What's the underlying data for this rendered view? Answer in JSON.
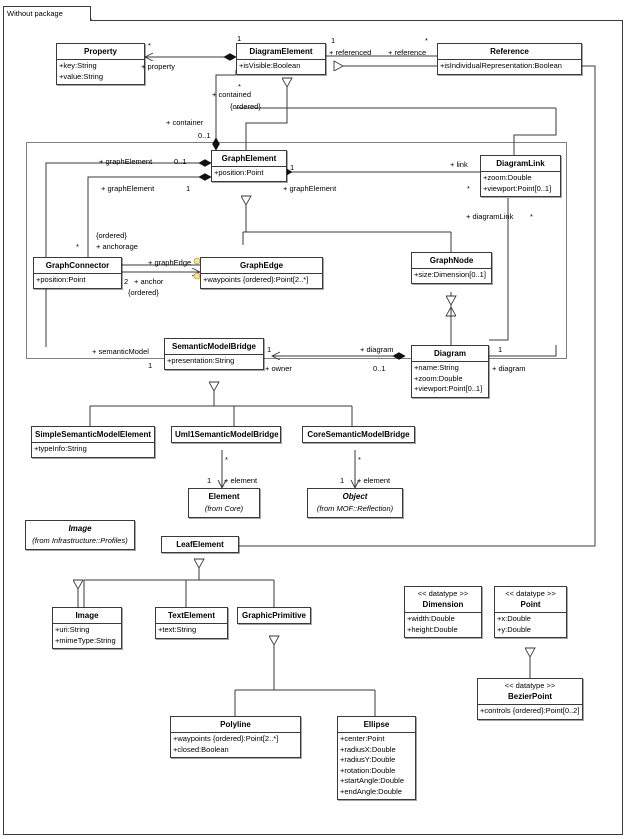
{
  "frame": {
    "package_label": "Without package"
  },
  "classes": [
    {
      "id": "property",
      "name": "Property",
      "stereotype": "",
      "package": "",
      "italic": false,
      "attributes": [
        "+key:String",
        "+value:String"
      ]
    },
    {
      "id": "diagram-element",
      "name": "DiagramElement",
      "stereotype": "",
      "package": "",
      "italic": false,
      "attributes": [
        "+isVisible:Boolean"
      ]
    },
    {
      "id": "reference",
      "name": "Reference",
      "stereotype": "",
      "package": "",
      "italic": false,
      "attributes": [
        "+isIndividualRepresentation:Boolean"
      ]
    },
    {
      "id": "graph-element",
      "name": "GraphElement",
      "stereotype": "",
      "package": "",
      "italic": false,
      "attributes": [
        "+position:Point"
      ]
    },
    {
      "id": "diagram-link",
      "name": "DiagramLink",
      "stereotype": "",
      "package": "",
      "italic": false,
      "attributes": [
        "+zoom:Double",
        "+viewport:Point[0..1]"
      ]
    },
    {
      "id": "graph-connector",
      "name": "GraphConnector",
      "stereotype": "",
      "package": "",
      "italic": false,
      "attributes": [
        "+position:Point"
      ]
    },
    {
      "id": "graph-edge",
      "name": "GraphEdge",
      "stereotype": "",
      "package": "",
      "italic": false,
      "attributes": [
        "+waypoints {ordered}:Point[2..*]"
      ]
    },
    {
      "id": "graph-node",
      "name": "GraphNode",
      "stereotype": "",
      "package": "",
      "italic": false,
      "attributes": [
        "+size:Dimension[0..1]"
      ]
    },
    {
      "id": "semantic-model-bridge",
      "name": "SemanticModelBridge",
      "stereotype": "",
      "package": "",
      "italic": false,
      "attributes": [
        "+presentation:String"
      ]
    },
    {
      "id": "diagram",
      "name": "Diagram",
      "stereotype": "",
      "package": "",
      "italic": false,
      "attributes": [
        "+name:String",
        "+zoom:Double",
        "+viewport:Point[0..1]"
      ]
    },
    {
      "id": "simple-semantic-model-element",
      "name": "SimpleSemanticModelElement",
      "stereotype": "",
      "package": "",
      "italic": false,
      "attributes": [
        "+typeInfo:String"
      ]
    },
    {
      "id": "uml1-semantic-model-bridge",
      "name": "Uml1SemanticModelBridge",
      "stereotype": "",
      "package": "",
      "italic": false,
      "attributes": []
    },
    {
      "id": "core-semantic-model-bridge",
      "name": "CoreSemanticModelBridge",
      "stereotype": "",
      "package": "",
      "italic": false,
      "attributes": []
    },
    {
      "id": "element",
      "name": "Element",
      "stereotype": "",
      "package": "(from Core)",
      "italic": false,
      "attributes": []
    },
    {
      "id": "object",
      "name": "Object",
      "stereotype": "",
      "package": "(from MOF::Reflection)",
      "italic": false,
      "attributes": []
    },
    {
      "id": "image-abstract",
      "name": "Image",
      "stereotype": "",
      "package": "(from Infrastructure::Profiles)",
      "italic": true,
      "attributes": []
    },
    {
      "id": "leaf-element",
      "name": "LeafElement",
      "stereotype": "",
      "package": "",
      "italic": false,
      "attributes": []
    },
    {
      "id": "image",
      "name": "Image",
      "stereotype": "",
      "package": "",
      "italic": false,
      "attributes": [
        "+uri:String",
        "+mimeType:String"
      ]
    },
    {
      "id": "text-element",
      "name": "TextElement",
      "stereotype": "",
      "package": "",
      "italic": false,
      "attributes": [
        "+text:String"
      ]
    },
    {
      "id": "graphic-primitive",
      "name": "GraphicPrimitive",
      "stereotype": "",
      "package": "",
      "italic": false,
      "attributes": []
    },
    {
      "id": "polyline",
      "name": "Polyline",
      "stereotype": "",
      "package": "",
      "italic": false,
      "attributes": [
        "+waypoints {ordered}:Point[2..*]",
        "+closed:Boolean"
      ]
    },
    {
      "id": "ellipse",
      "name": "Ellipse",
      "stereotype": "",
      "package": "",
      "italic": false,
      "attributes": [
        "+center:Point",
        "+radiusX:Double",
        "+radiusY:Double",
        "+rotation:Double",
        "+startAngle:Double",
        "+endAngle:Double"
      ]
    },
    {
      "id": "dimension",
      "name": "Dimension",
      "stereotype": "<< datatype >>",
      "package": "",
      "italic": false,
      "attributes": [
        "+width:Double",
        "+height:Double"
      ]
    },
    {
      "id": "point",
      "name": "Point",
      "stereotype": "<< datatype >>",
      "package": "",
      "italic": false,
      "attributes": [
        "+x:Double",
        "+y:Double"
      ]
    },
    {
      "id": "bezier-point",
      "name": "BezierPoint",
      "stereotype": "<< datatype >>",
      "package": "",
      "italic": false,
      "attributes": [
        "+controls {ordered}:Point[0..2]"
      ]
    }
  ],
  "labels": [
    {
      "id": "property-star",
      "text": "*"
    },
    {
      "id": "property-role",
      "text": "+ property"
    },
    {
      "id": "diagramelement-one",
      "text": "1"
    },
    {
      "id": "referenced-one",
      "text": "1"
    },
    {
      "id": "referenced-role",
      "text": "+ referenced"
    },
    {
      "id": "reference-role",
      "text": "+ reference"
    },
    {
      "id": "reference-star",
      "text": "*"
    },
    {
      "id": "contained-star",
      "text": "*"
    },
    {
      "id": "contained-role",
      "text": "+ contained"
    },
    {
      "id": "contained-ordered",
      "text": "{ordered}"
    },
    {
      "id": "container-role",
      "text": "+ container"
    },
    {
      "id": "container-mult",
      "text": "0..1"
    },
    {
      "id": "graphelement-role-a",
      "text": "+ graphElement"
    },
    {
      "id": "graphelement-mult-a",
      "text": "0..1"
    },
    {
      "id": "graphelement-role-b",
      "text": "+ graphElement"
    },
    {
      "id": "graphelement-mult-b",
      "text": "1"
    },
    {
      "id": "graphelement-mult-c",
      "text": "1"
    },
    {
      "id": "graphelement-role-c",
      "text": "+ graphElement"
    },
    {
      "id": "link-role",
      "text": "+ link"
    },
    {
      "id": "link-star",
      "text": "*"
    },
    {
      "id": "diagramlink-role",
      "text": "+ diagramLink"
    },
    {
      "id": "diagramlink-star",
      "text": "*"
    },
    {
      "id": "anchorage-ordered",
      "text": "{ordered}"
    },
    {
      "id": "anchorage-role",
      "text": "+ anchorage"
    },
    {
      "id": "anchorage-star",
      "text": "*"
    },
    {
      "id": "graphedge-role",
      "text": "+ graphEdge"
    },
    {
      "id": "anchor-mult",
      "text": "2"
    },
    {
      "id": "anchor-role",
      "text": "+ anchor"
    },
    {
      "id": "anchor-ordered",
      "text": "{ordered}"
    },
    {
      "id": "semanticmodel-role",
      "text": "+ semanticModel"
    },
    {
      "id": "semanticmodel-mult",
      "text": "1"
    },
    {
      "id": "smb-one",
      "text": "1"
    },
    {
      "id": "owner-role",
      "text": "+ owner"
    },
    {
      "id": "diagram-role-a",
      "text": "+ diagram"
    },
    {
      "id": "diagram-mult-a",
      "text": "0..1"
    },
    {
      "id": "diagram-role-b",
      "text": "+ diagram"
    },
    {
      "id": "diagram-mult-b",
      "text": "1"
    },
    {
      "id": "uml1-star",
      "text": "*"
    },
    {
      "id": "uml1-element-mult",
      "text": "1"
    },
    {
      "id": "uml1-element-role",
      "text": "+ element"
    },
    {
      "id": "core-star",
      "text": "*"
    },
    {
      "id": "core-element-mult",
      "text": "1"
    },
    {
      "id": "core-element-role",
      "text": "+ element"
    }
  ]
}
